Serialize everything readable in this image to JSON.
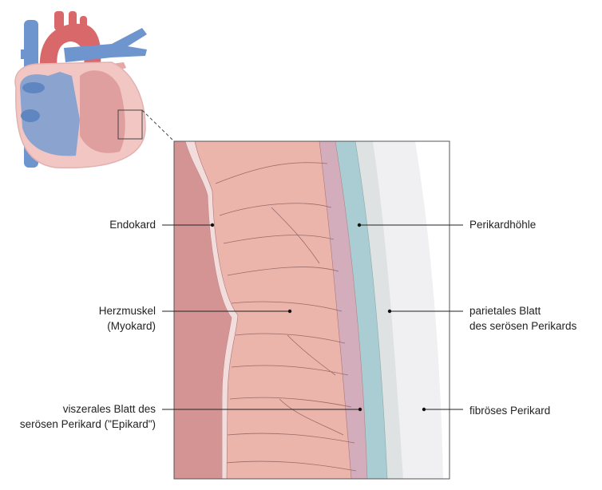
{
  "labels_left": {
    "endokard": "Endokard",
    "herzmuskel_1": "Herzmuskel",
    "herzmuskel_2": "(Myokard)",
    "epikard_1": "viszerales Blatt des",
    "epikard_2": "serösen Perikard (\"Epikard\")"
  },
  "labels_right": {
    "perikardhoehle": "Perikardhöhle",
    "parietal_1": "parietales Blatt",
    "parietal_2": "des serösen Perikards",
    "fibroes": "fibröses Perikard"
  },
  "colors": {
    "blood": "#d49494",
    "endocard": "#f3dcdc",
    "myocard": "#ebb5ab",
    "epicard": "#d4adbc",
    "cavity": "#a9cdd3",
    "parietal": "#dfe2e2",
    "fibrous": "#f0f0f2",
    "vein": "#6f95cf",
    "artery": "#d9686a"
  }
}
